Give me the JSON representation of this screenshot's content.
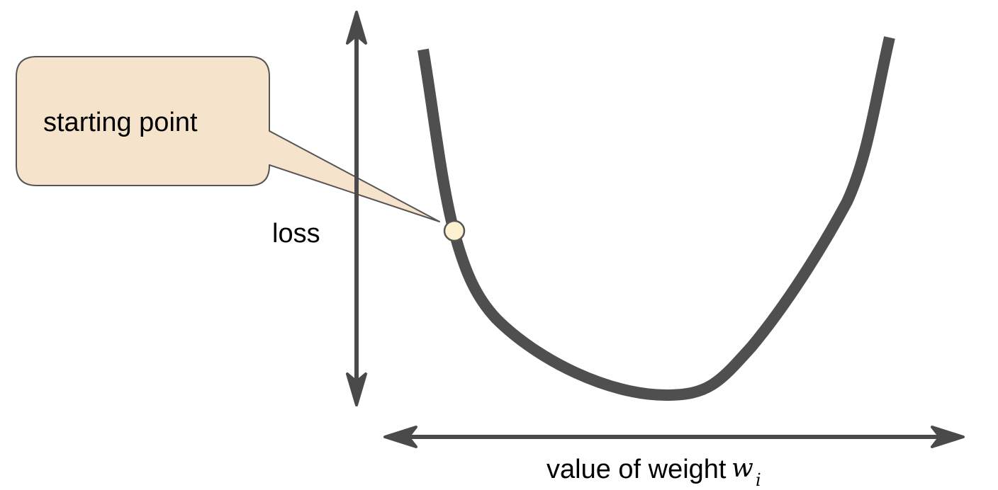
{
  "callout": {
    "text": "starting point"
  },
  "axes": {
    "y_label": "loss",
    "x_label": "value of weight",
    "x_var": "w",
    "x_var_sub": "i"
  },
  "colors": {
    "curve": "#4f4f4f",
    "axis": "#4a4a4a",
    "callout_fill": "#f6e3cc",
    "point_fill": "#fdf1cf"
  },
  "icons": {
    "axis_ends": "arrowhead"
  }
}
